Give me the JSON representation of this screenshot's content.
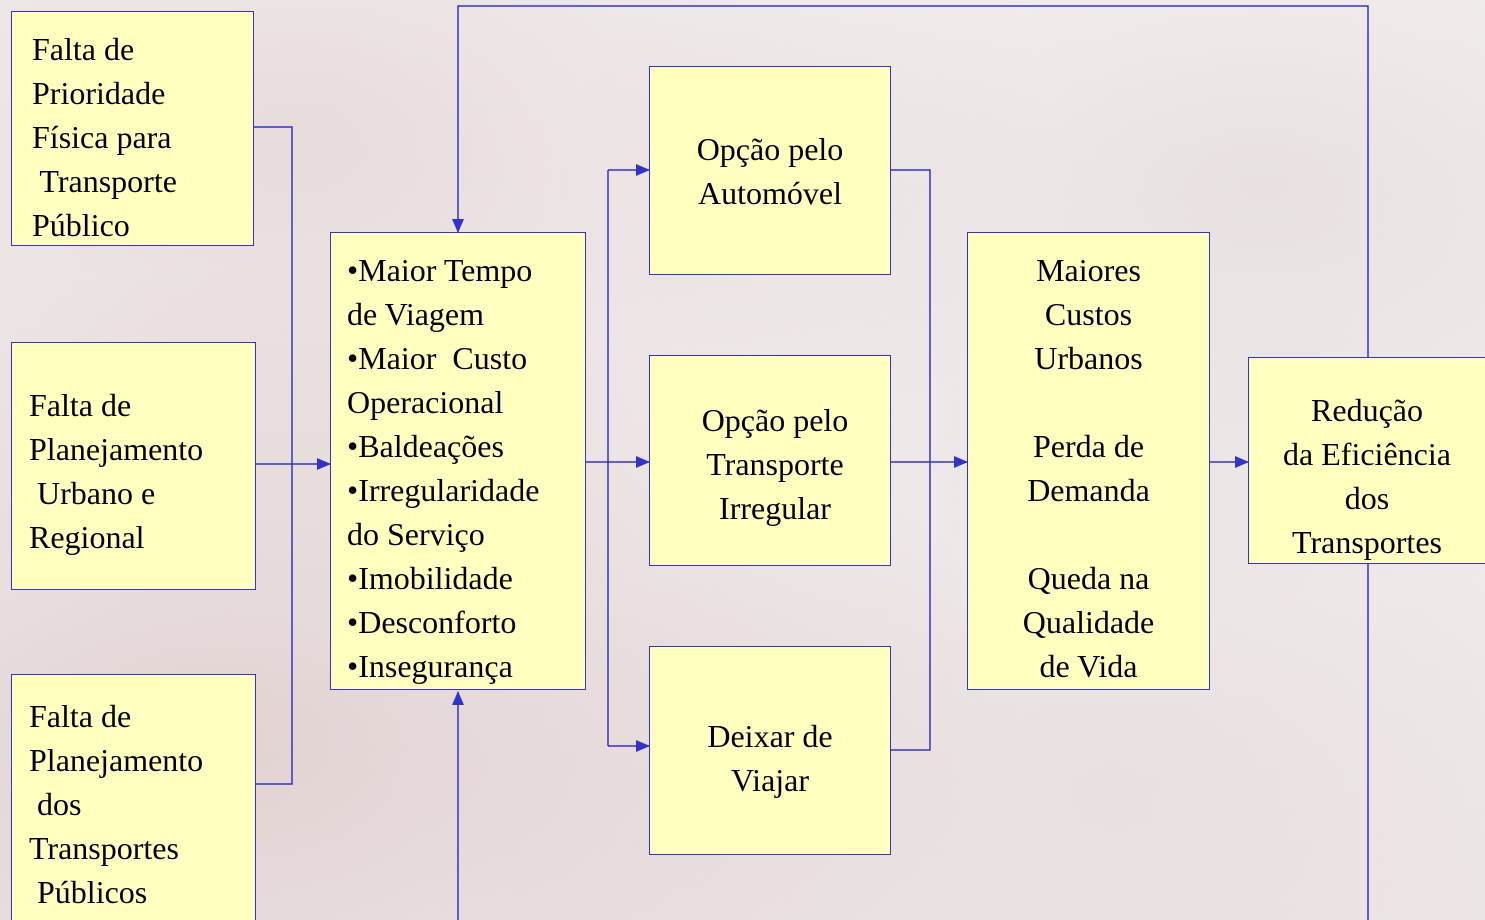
{
  "causes": [
    {
      "lines": [
        "Falta de",
        "Prioridade",
        "Física para",
        " Transporte",
        "Público"
      ]
    },
    {
      "lines": [
        "Falta de",
        "Planejamento",
        " Urbano e",
        "Regional"
      ]
    },
    {
      "lines": [
        "Falta de",
        "Planejamento",
        " dos",
        "Transportes",
        " Públicos"
      ]
    }
  ],
  "effects": {
    "lines": [
      "•Maior Tempo",
      "de Viagem",
      "•Maior  Custo",
      "Operacional",
      "•Baldeações",
      "•Irregularidade",
      "do Serviço",
      "•Imobilidade",
      "•Desconforto",
      "•Insegurança"
    ]
  },
  "options": [
    {
      "lines": [
        "Opção pelo",
        "Automóvel"
      ]
    },
    {
      "lines": [
        "Opção pelo",
        "Transporte",
        "Irregular"
      ]
    },
    {
      "lines": [
        "Deixar de",
        "Viajar"
      ]
    }
  ],
  "consequences": {
    "lines": [
      "Maiores",
      "Custos",
      "Urbanos",
      "",
      "Perda de",
      "Demanda",
      "",
      "Queda na",
      "Qualidade",
      "de Vida"
    ]
  },
  "result": {
    "lines": [
      "Redução",
      "da Eficiência",
      "dos",
      "Transportes"
    ]
  },
  "colors": {
    "box_fill": "#ffffc0",
    "line": "#3333cc"
  }
}
